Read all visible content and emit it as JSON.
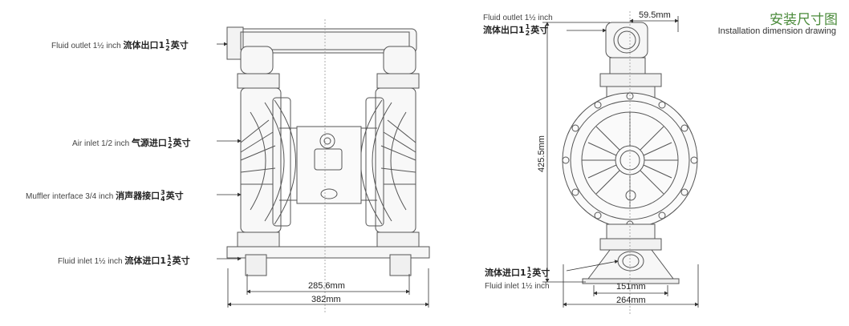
{
  "title": {
    "cn": "安装尺寸图",
    "en": "Installation dimension drawing"
  },
  "front_view": {
    "labels": [
      {
        "en": "Fluid outlet 1½ inch",
        "cn_pre": "流体出口1",
        "num": "1",
        "den": "2",
        "cn_post": "英寸"
      },
      {
        "en": "Air inlet 1/2 inch",
        "cn_pre": "气源进口",
        "num": "1",
        "den": "2",
        "cn_post": "英寸"
      },
      {
        "en": "Muffler interface 3/4 inch",
        "cn_pre": "消声器接口",
        "num": "3",
        "den": "4",
        "cn_post": "英寸"
      },
      {
        "en": "Fluid inlet 1½ inch",
        "cn_pre": "流体进口1",
        "num": "1",
        "den": "2",
        "cn_post": "英寸"
      }
    ],
    "dimensions": [
      "285.6mm",
      "382mm"
    ]
  },
  "side_view": {
    "labels": [
      {
        "en": "Fluid outlet 1½ inch",
        "cn_pre": "流体出口1",
        "num": "1",
        "den": "2",
        "cn_post": "英寸"
      },
      {
        "en": "Fluid inlet 1½ inch",
        "cn_pre": "流体进口1",
        "num": "1",
        "den": "2",
        "cn_post": "英寸"
      }
    ],
    "dimensions": {
      "top": "59.5mm",
      "height": "425.5mm",
      "inner_width": "151mm",
      "outer_width": "264mm"
    }
  }
}
